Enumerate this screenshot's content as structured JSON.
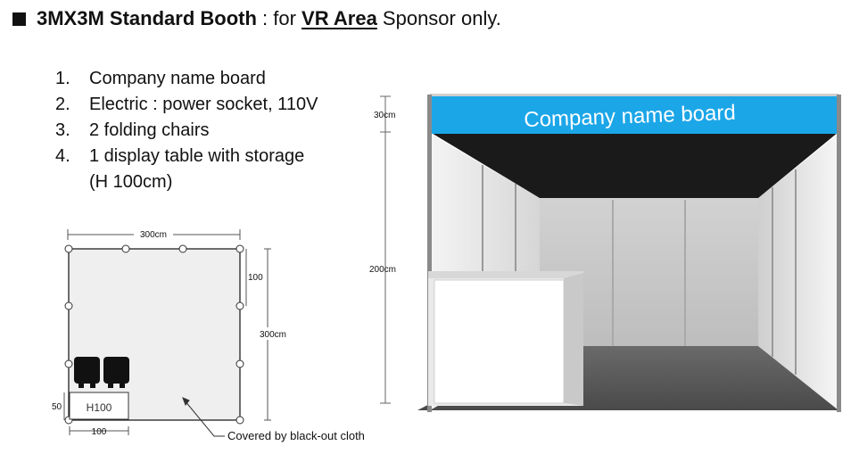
{
  "heading": {
    "prefix": "3MX3M Standard Booth",
    "sep": " : for ",
    "highlight": "VR Area",
    "suffix": " Sponsor only."
  },
  "items": [
    {
      "num": "1.",
      "text": "Company name board"
    },
    {
      "num": "2.",
      "text": "Electric : power socket, 110V"
    },
    {
      "num": "3.",
      "text": "2 folding chairs"
    },
    {
      "num": "4.",
      "text": "1 display table with storage"
    }
  ],
  "item_note": "(H 100cm)",
  "floorplan": {
    "width_label": "300cm",
    "depth_label": "300cm",
    "side_label": "100",
    "table_label": "H100",
    "table_depth_label": "50",
    "table_width_label": "100",
    "cloth_note": "Covered by black-out cloth"
  },
  "booth_view": {
    "board_text": "Company name board",
    "header_height_label": "30cm",
    "wall_height_label": "200cm"
  }
}
